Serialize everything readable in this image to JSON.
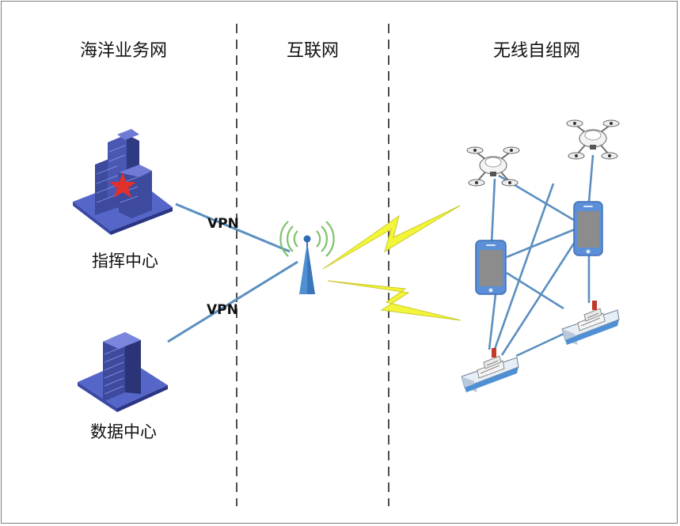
{
  "sections": {
    "marine": "海洋业务网",
    "internet": "互联网",
    "adhoc": "无线自组网"
  },
  "nodes": {
    "command_center": "指挥中心",
    "data_center": "数据中心"
  },
  "links": {
    "vpn_top": "VPN",
    "vpn_bottom": "VPN"
  },
  "colors": {
    "line": "#5b8fc0",
    "building": "#3d4a9e",
    "building_light": "#6f7bd4",
    "ground": "#5566c8",
    "star": "#e0302a",
    "tower": "#4f8fd4",
    "signal": "#7cc26b",
    "lightning": "#f3f53a",
    "phone": "#5b8fd8",
    "screen": "#8c8c8c"
  },
  "icons": {
    "command_center": "building-star-icon",
    "data_center": "building-icon",
    "internet": "antenna-tower-icon",
    "adhoc_devices": [
      "drone-icon",
      "drone-icon",
      "phone-icon",
      "phone-icon",
      "ship-icon",
      "ship-icon"
    ]
  }
}
